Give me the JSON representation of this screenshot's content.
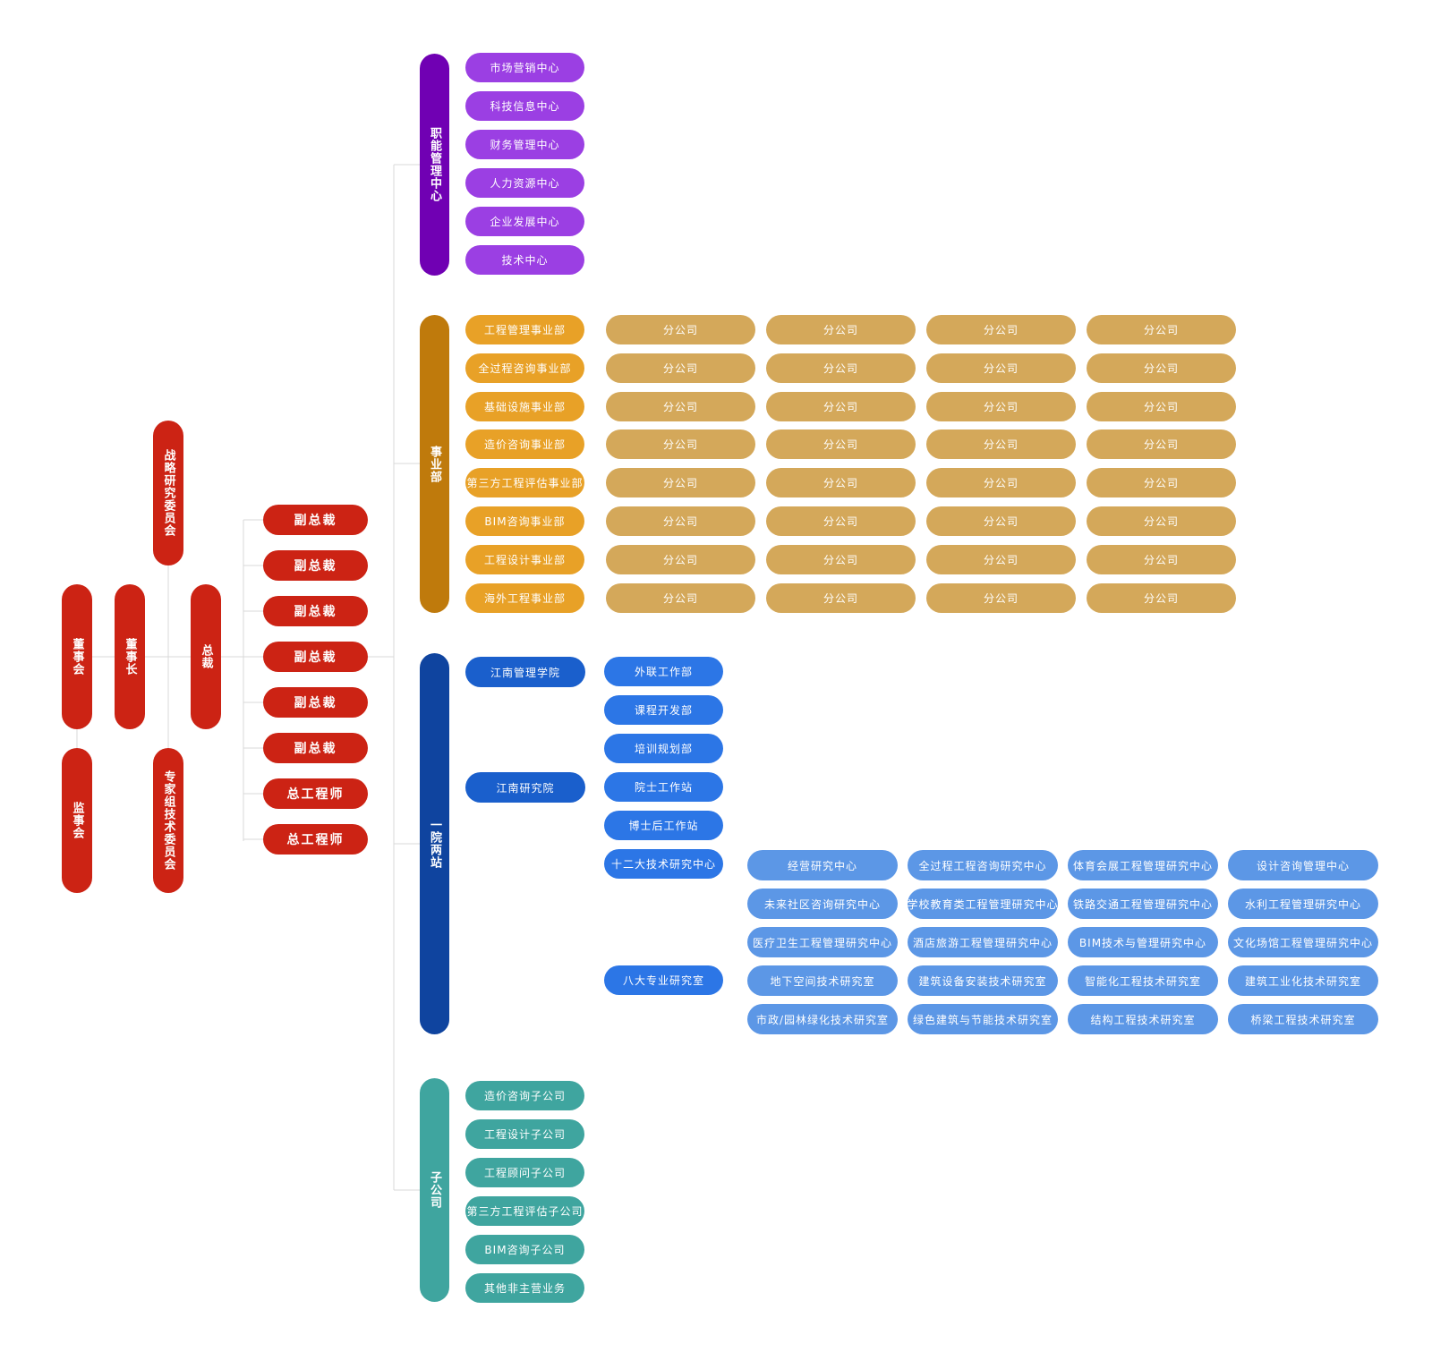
{
  "colors": {
    "leadership": "#cc2314",
    "functional": "#7000b3",
    "functional_items": "#9b3fe3",
    "business": "#bf7a0c",
    "business_items": "#e8a127",
    "branches": "#d4a85a",
    "institute": "#0f449f",
    "institute_items": "#1a5fcc",
    "institute_subitems": "#2c76e6",
    "research_centers": "#5c97e6",
    "subsidiaries": "#3fa59f",
    "connector": "#d9d9d9"
  },
  "leadership": {
    "board": "董事会",
    "chairman": "董事长",
    "supervisors": "监事会",
    "strategy_committee": "战略研究委员会",
    "expert_committee": "专家组技术委员会",
    "president": "总裁",
    "executives": [
      "副总裁",
      "副总裁",
      "副总裁",
      "副总裁",
      "副总裁",
      "副总裁",
      "总工程师",
      "总工程师"
    ]
  },
  "functional": {
    "title": "职能管理中心",
    "items": [
      "市场营销中心",
      "科技信息中心",
      "财务管理中心",
      "人力资源中心",
      "企业发展中心",
      "技术中心"
    ]
  },
  "business": {
    "title": "事业部",
    "units": [
      {
        "label": "工程管理事业部",
        "branches": [
          "分公司",
          "分公司",
          "分公司",
          "分公司"
        ]
      },
      {
        "label": "全过程咨询事业部",
        "branches": [
          "分公司",
          "分公司",
          "分公司",
          "分公司"
        ]
      },
      {
        "label": "基础设施事业部",
        "branches": [
          "分公司",
          "分公司",
          "分公司",
          "分公司"
        ]
      },
      {
        "label": "造价咨询事业部",
        "branches": [
          "分公司",
          "分公司",
          "分公司",
          "分公司"
        ]
      },
      {
        "label": "第三方工程评估事业部",
        "branches": [
          "分公司",
          "分公司",
          "分公司",
          "分公司"
        ]
      },
      {
        "label": "BIM咨询事业部",
        "branches": [
          "分公司",
          "分公司",
          "分公司",
          "分公司"
        ]
      },
      {
        "label": "工程设计事业部",
        "branches": [
          "分公司",
          "分公司",
          "分公司",
          "分公司"
        ]
      },
      {
        "label": "海外工程事业部",
        "branches": [
          "分公司",
          "分公司",
          "分公司",
          "分公司"
        ]
      }
    ]
  },
  "institute": {
    "title": "一院两站",
    "academy": "江南管理学院",
    "academy_depts": [
      "外联工作部",
      "课程开发部",
      "培训规划部"
    ],
    "research": "江南研究院",
    "research_units": [
      "院士工作站",
      "博士后工作站",
      "十二大技术研究中心",
      "八大专业研究室"
    ],
    "centers": [
      "经营研究中心",
      "全过程工程咨询研究中心",
      "体育会展工程管理研究中心",
      "设计咨询管理中心",
      "未来社区咨询研究中心",
      "学校教育类工程管理研究中心",
      "铁路交通工程管理研究中心",
      "水利工程管理研究中心",
      "医疗卫生工程管理研究中心",
      "酒店旅游工程管理研究中心",
      "BIM技术与管理研究中心",
      "文化场馆工程管理研究中心"
    ],
    "labs": [
      "地下空间技术研究室",
      "建筑设备安装技术研究室",
      "智能化工程技术研究室",
      "建筑工业化技术研究室",
      "市政/园林绿化技术研究室",
      "绿色建筑与节能技术研究室",
      "结构工程技术研究室",
      "桥梁工程技术研究室"
    ]
  },
  "subsidiaries": {
    "title": "子公司",
    "items": [
      "造价咨询子公司",
      "工程设计子公司",
      "工程顾问子公司",
      "第三方工程评估子公司",
      "BIM咨询子公司",
      "其他非主营业务"
    ]
  }
}
